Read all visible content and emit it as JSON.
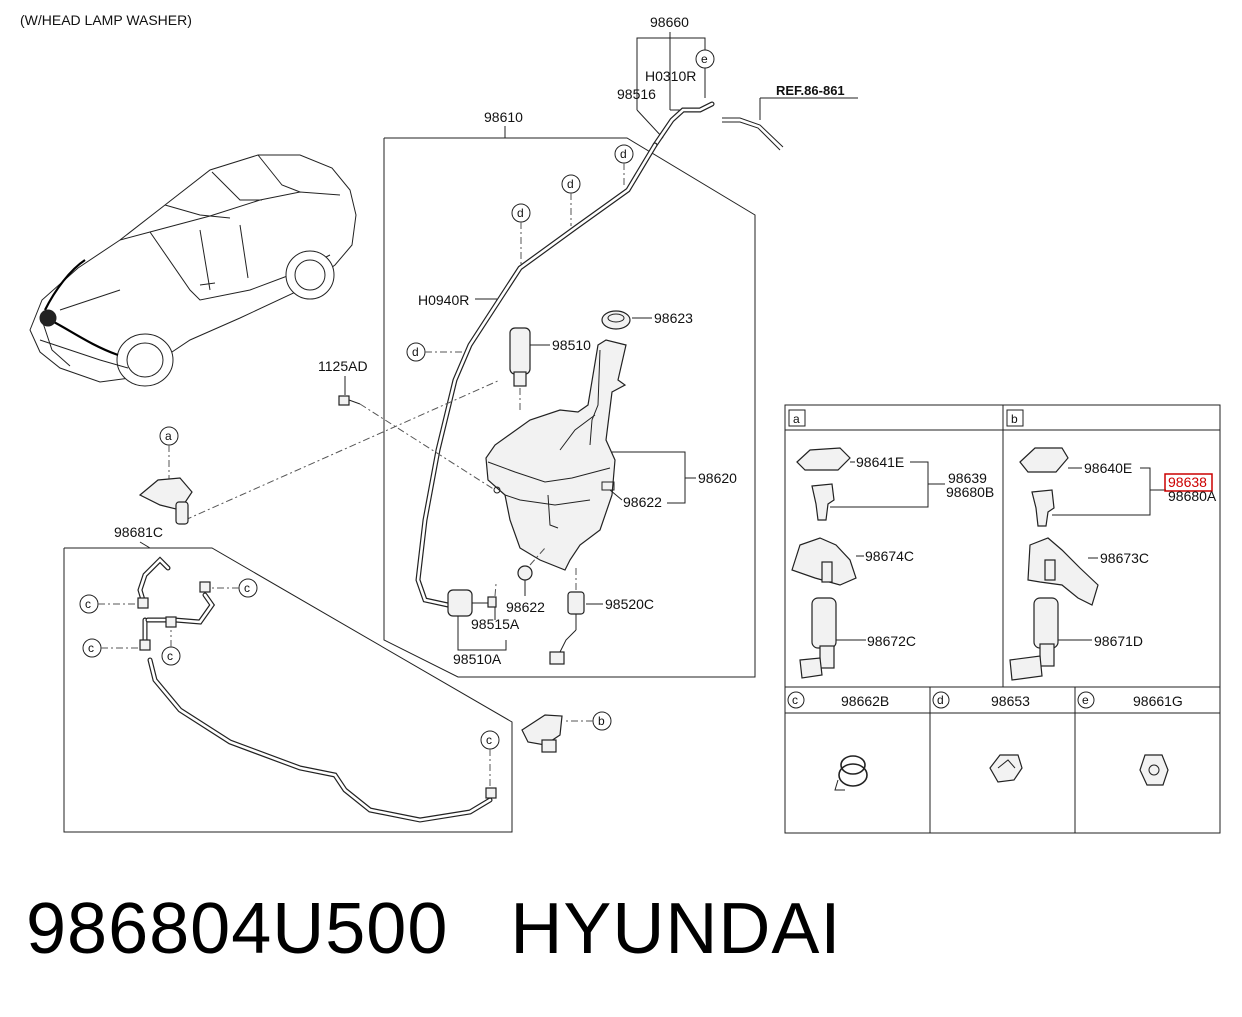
{
  "header_note": "(W/HEAD LAMP WASHER)",
  "ref_label": "REF.86-861",
  "caption": {
    "part_number": "986804U500",
    "brand": "HYUNDAI"
  },
  "callouts": {
    "p98660": "98660",
    "p98516": "98516",
    "pH0310R": "H0310R",
    "p98610": "98610",
    "pH0940R": "H0940R",
    "p98623": "98623",
    "p98510": "98510",
    "p1125AD": "1125AD",
    "p98620": "98620",
    "p98622a": "98622",
    "p98622b": "98622",
    "p98520C": "98520C",
    "p98515A": "98515A",
    "p98510A": "98510A",
    "p98681C": "98681C"
  },
  "letters": {
    "a": "a",
    "b": "b",
    "c": "c",
    "d": "d",
    "e": "e"
  },
  "detail_a": {
    "header": "a",
    "p98641E": "98641E",
    "p98639": "98639",
    "p98680B": "98680B",
    "p98674C": "98674C",
    "p98672C": "98672C"
  },
  "detail_b": {
    "header": "b",
    "p98640E": "98640E",
    "p98638": "98638",
    "p98680A": "98680A",
    "p98673C": "98673C",
    "p98671D": "98671D"
  },
  "detail_c": {
    "header": "c",
    "part": "98662B"
  },
  "detail_d": {
    "header": "d",
    "part": "98653"
  },
  "detail_e": {
    "header": "e",
    "part": "98661G"
  },
  "colors": {
    "highlight": "#cc0000",
    "line": "#222222"
  }
}
